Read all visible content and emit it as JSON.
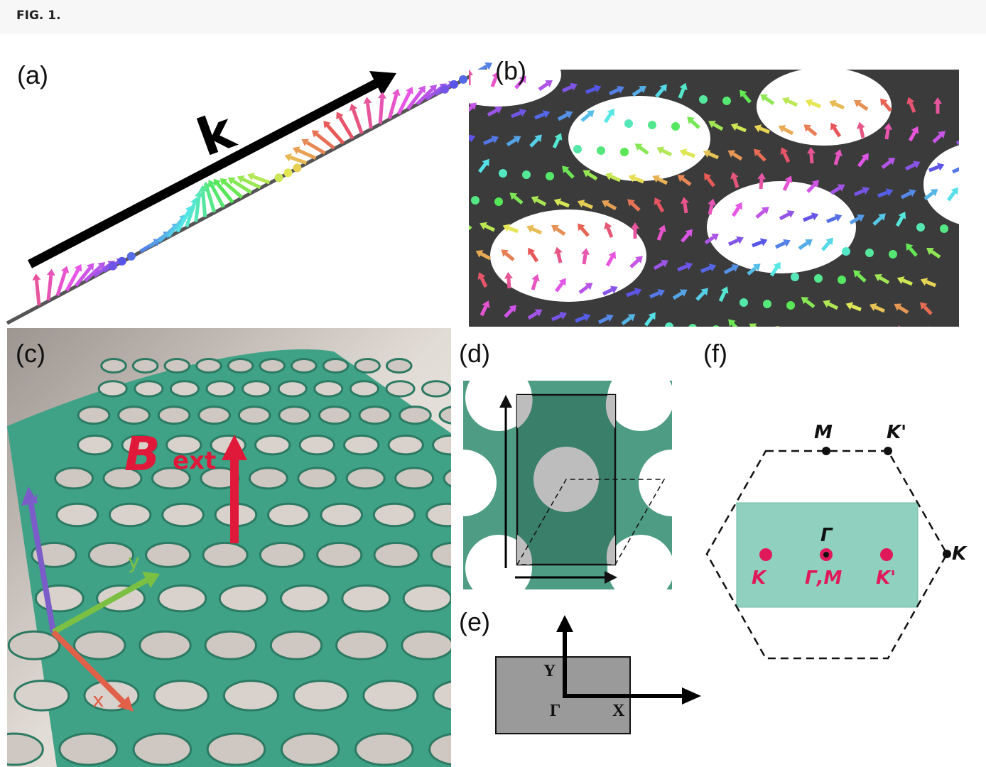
{
  "header": {
    "title": "FIG. 1."
  },
  "panels": {
    "a": {
      "label": "(a)",
      "vector_label": "k"
    },
    "b": {
      "label": "(b)"
    },
    "c": {
      "label": "(c)",
      "field_label": "B",
      "field_sub": "ext",
      "axis_z": "z",
      "axis_y": "y",
      "axis_x": "x"
    },
    "d": {
      "label": "(d)"
    },
    "e": {
      "label": "(e)",
      "point_y": "Y",
      "point_gamma": "Γ",
      "point_x": "X"
    },
    "f": {
      "label": "(f)",
      "hex_M": "M",
      "hex_Kp": "K'",
      "hex_K": "K",
      "gamma": "Γ",
      "fold_K": "K",
      "fold_GM": "Γ,M",
      "fold_Kp": "K'"
    }
  },
  "colors": {
    "slab": "#3fa286",
    "cell": "#4e9c84",
    "cell_dark": "#3a7f69",
    "bz_rect": "#8fd0bf",
    "magenta": "#e0195a",
    "lattice": "#3b3b3b"
  }
}
